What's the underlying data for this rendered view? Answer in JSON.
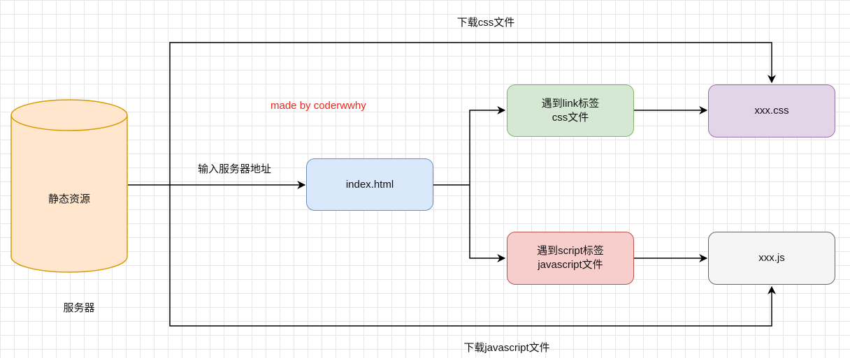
{
  "nodes": {
    "server": {
      "label": "静态资源",
      "caption": "服务器"
    },
    "index": {
      "label": "index.html"
    },
    "link_tag": {
      "line1": "遇到link标签",
      "line2": "css文件"
    },
    "script_tag": {
      "line1": "遇到script标签",
      "line2": "javascript文件"
    },
    "css_file": {
      "label": "xxx.css"
    },
    "js_file": {
      "label": "xxx.js"
    }
  },
  "edges": {
    "input_address": "输入服务器地址",
    "download_css": "下载css文件",
    "download_js": "下载javascript文件"
  },
  "watermark": "made by coderwwhy",
  "colors": {
    "server_fill": "#ffe6cc",
    "server_stroke": "#d79b00",
    "index_fill": "#dae8fc",
    "index_stroke": "#6c8ebf",
    "link_fill": "#d5e8d4",
    "link_stroke": "#82b366",
    "script_fill": "#f8cecc",
    "script_stroke": "#b85450",
    "css_fill": "#e1d5e7",
    "css_stroke": "#9673a6",
    "js_fill": "#f5f5f5",
    "js_stroke": "#666666",
    "watermark": "#f0271c"
  }
}
